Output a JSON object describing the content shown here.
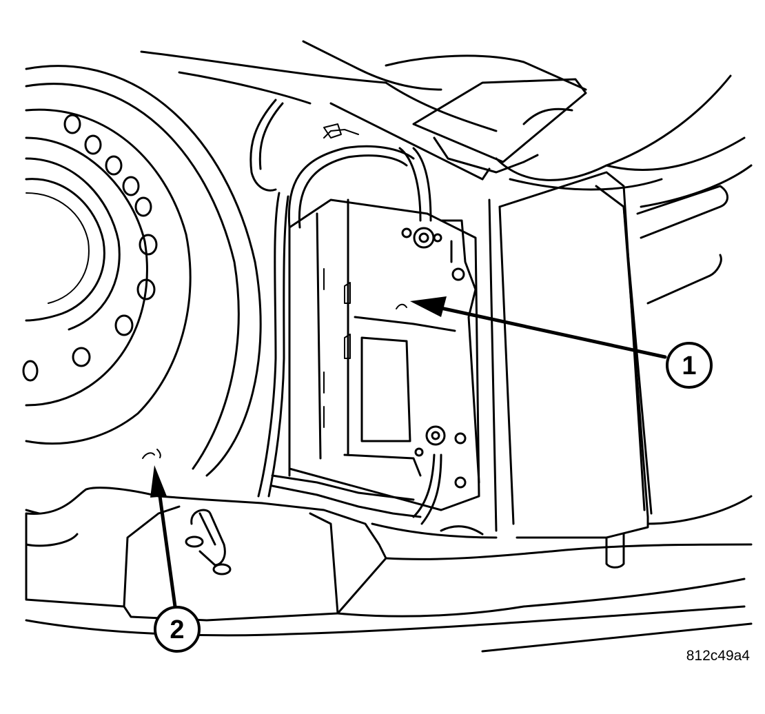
{
  "callouts": [
    {
      "id": 1,
      "label": "1"
    },
    {
      "id": 2,
      "label": "2"
    }
  ],
  "figure_id": "812c49a4"
}
